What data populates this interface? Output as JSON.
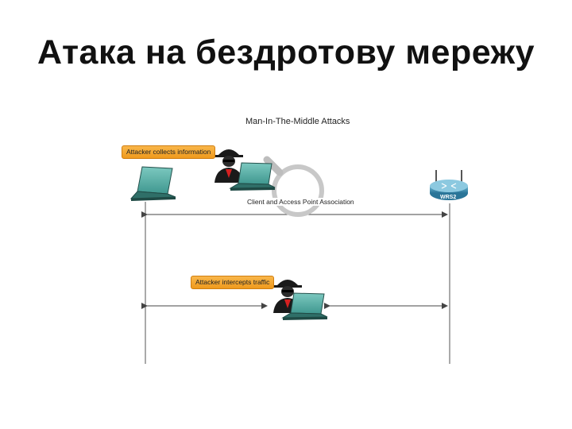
{
  "slide": {
    "title": "Атака на бездротову мережу"
  },
  "diagram": {
    "title": "Man-In-The-Middle Attacks",
    "callout_collect": "Attacker collects information",
    "association_label": "Client and Access Point Association",
    "callout_intercept": "Attacker intercepts traffic",
    "router_label": "WRS2"
  },
  "colors": {
    "callout": "#f4a532",
    "laptop_screen": "#4fa8a0",
    "laptop_body": "#2f6f68",
    "router": "#3d8fb0",
    "attacker": "#1a1a1a",
    "line": "#555555"
  },
  "icons": [
    "laptop-icon",
    "attacker-icon",
    "magnifier-icon",
    "router-icon"
  ]
}
